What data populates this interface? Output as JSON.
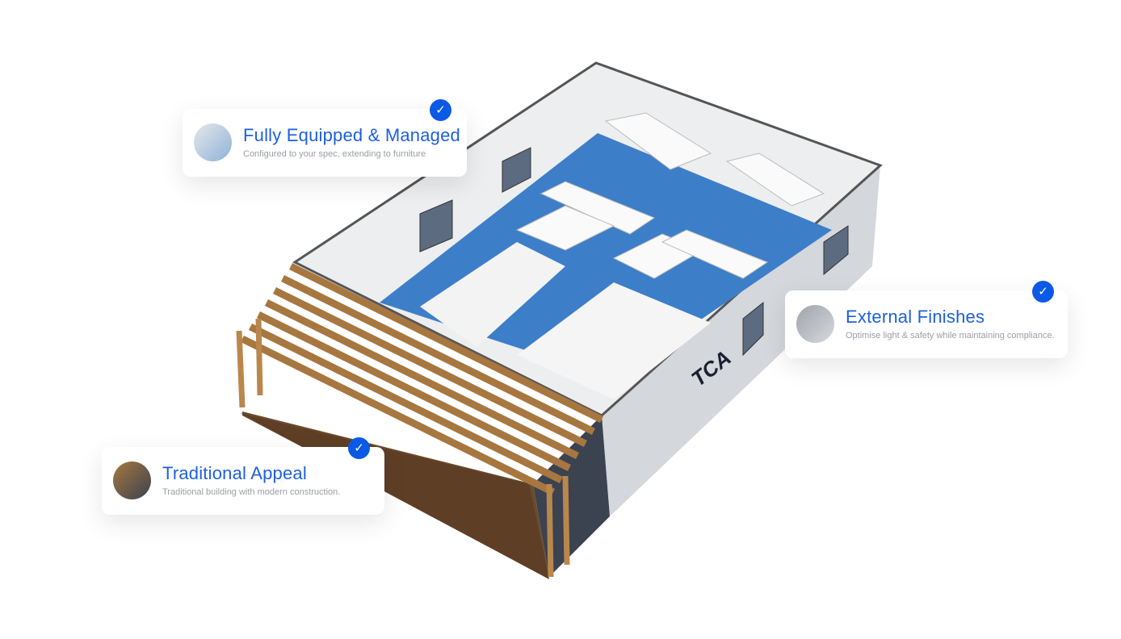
{
  "brand_mark": "TCA",
  "cards": [
    {
      "title": "Fully Equipped & Managed",
      "subtitle": "Configured to your spec, extending to furniture",
      "checked": true
    },
    {
      "title": "External Finishes",
      "subtitle": "Optimise light & safety while maintaining compliance.",
      "checked": true
    },
    {
      "title": "Traditional Appeal",
      "subtitle": "Traditional building with modern construction.",
      "checked": true
    }
  ],
  "colors": {
    "accent": "#0b5ae6",
    "title": "#1d5fe0",
    "floor": "#3d7ec8",
    "wood": "#a7773f"
  }
}
